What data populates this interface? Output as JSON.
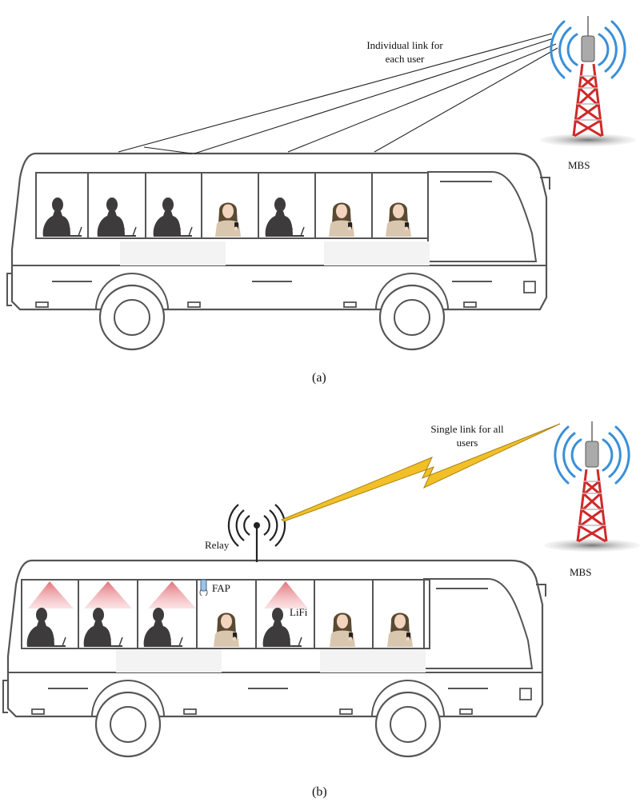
{
  "panel_a": {
    "annotation_line1": "Individual link for",
    "annotation_line2": "each user",
    "tower_label": "MBS",
    "caption": "(a)"
  },
  "panel_b": {
    "annotation_line1": "Single link for all",
    "annotation_line2": "users",
    "relay_label": "Relay",
    "fap_label": "FAP",
    "lifi_label": "LiFi",
    "tower_label": "MBS",
    "caption": "(b)"
  },
  "colors": {
    "outline": "#555555",
    "lightning_fill": "#f2c026",
    "lifi_cone": "#e8888e",
    "tower_red": "#d22828",
    "wave_blue": "#3a8fd8"
  }
}
